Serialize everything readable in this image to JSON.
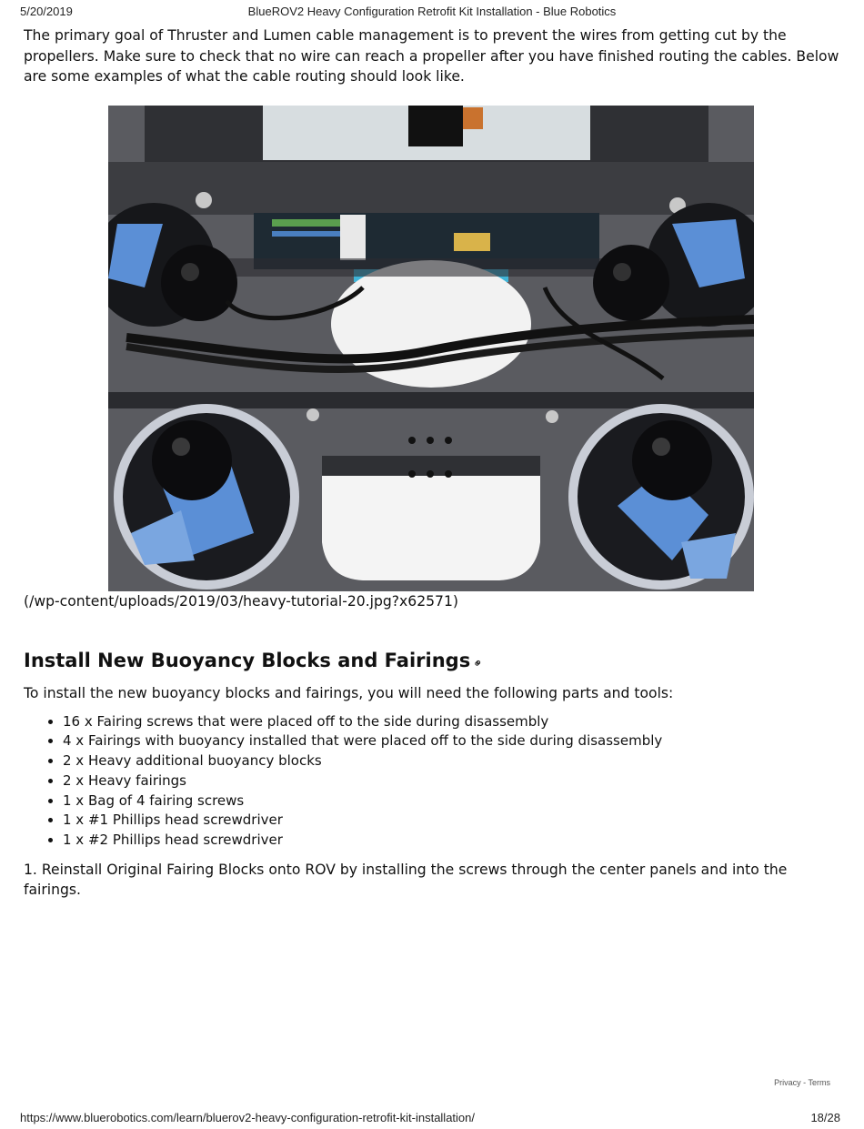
{
  "print_header": {
    "date": "5/20/2019",
    "title": "BlueROV2 Heavy Configuration Retrofit Kit Installation - Blue Robotics"
  },
  "intro_text": "The primary goal of Thruster and Lumen cable management is to prevent the wires from getting cut by the propellers. Make sure to check that no wire can reach a propeller after you have finished routing the cables. Below are some examples of what the cable routing should look like.",
  "image_link": "(/wp-content/uploads/2019/03/heavy-tutorial-20.jpg?x62571)",
  "section": {
    "heading": "Install New Buoyancy Blocks and Fairings",
    "link_icon": "link-icon",
    "lead": "To install the new buoyancy blocks and fairings, you will need the following parts and tools:",
    "items": [
      "16 x Fairing screws that were placed off to the side during disassembly",
      "4 x Fairings with buoyancy installed that were placed off to the side during disassembly",
      "2 x Heavy additional buoyancy blocks",
      "2 x Heavy fairings",
      "1 x Bag of 4 fairing screws",
      "1 x #1 Phillips head screwdriver",
      "1 x #2 Phillips head screwdriver"
    ],
    "step1": "1. Reinstall Original Fairing Blocks onto ROV by installing the screws through the center panels and into the fairings."
  },
  "recaptcha": {
    "privacy": "Privacy",
    "sep": " - ",
    "terms": "Terms"
  },
  "print_footer": {
    "url": "https://www.bluerobotics.com/learn/bluerov2-heavy-configuration-retrofit-kit-installation/",
    "page": "18/28"
  },
  "colors": {
    "thruster_blue": "#5b8fd6",
    "frame": "#3c3d41",
    "accent_cyan": "#3fb4d8"
  }
}
